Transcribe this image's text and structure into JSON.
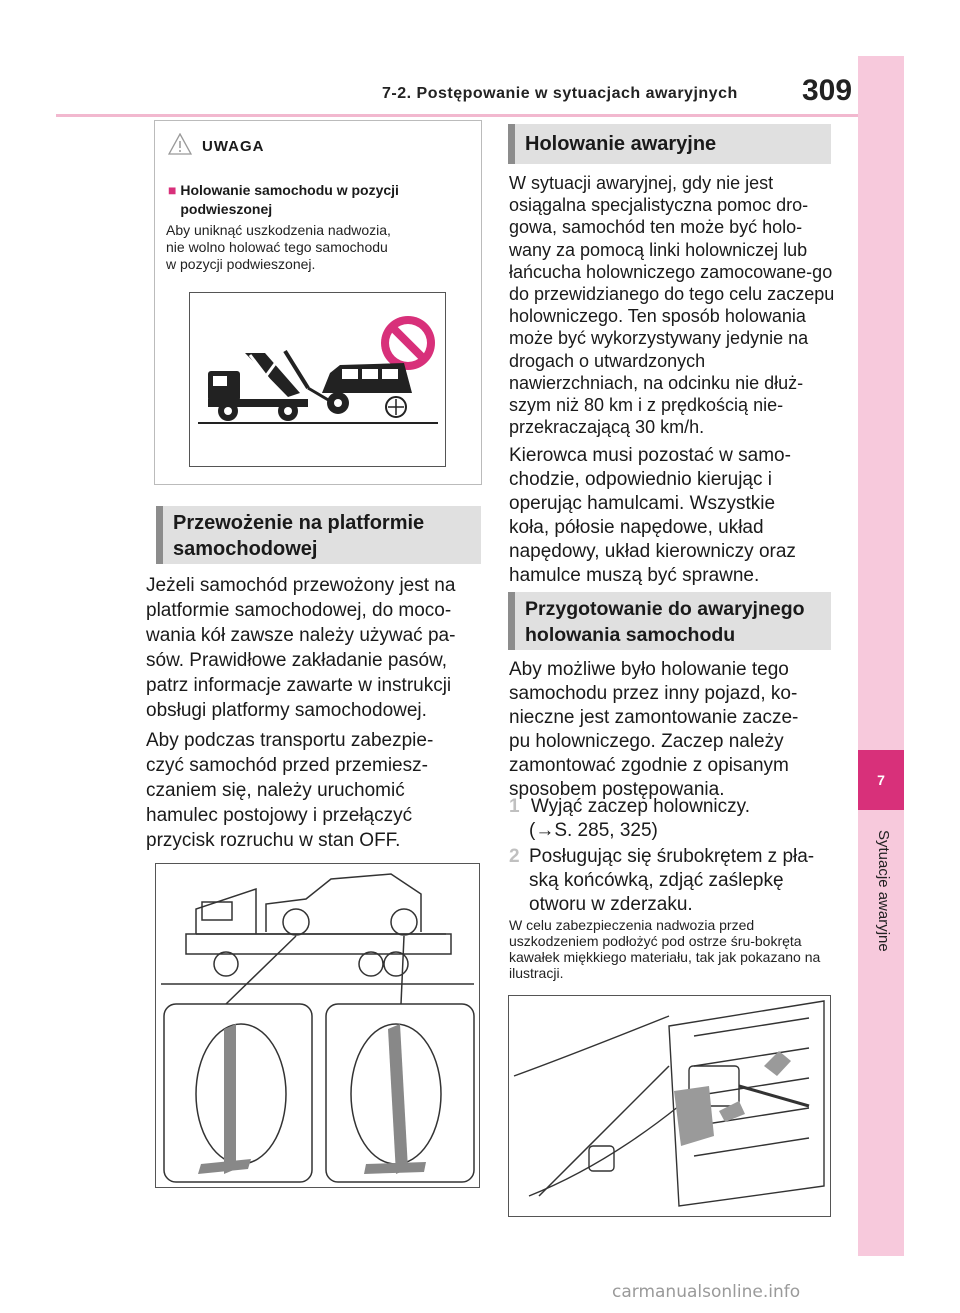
{
  "header": {
    "section_title": "7-2. Postępowanie w sytuacjach awaryjnych",
    "page_number": "309"
  },
  "side_tab": {
    "chapter_number": "7",
    "chapter_label": "Sytuacje awaryjne"
  },
  "colors": {
    "accent": "#d8307a",
    "tab_background": "#f7c9dc",
    "header_rule": "#f2b8cf",
    "section_band": "#e0e0e0"
  },
  "warning": {
    "title": "UWAGA",
    "bullet": "■",
    "subtitle": "Holowanie samochodu w pozycji podwieszonej",
    "text": "Aby uniknąć uszkodzenia nadwozia,\nnie wolno holować tego samochodu\nw pozycji podwieszonej."
  },
  "platform": {
    "heading": "Przewożenie na platformie samochodowej",
    "p1": "Jeżeli samochód przewożony jest na platformie samochodowej, do moco-wania kół zawsze należy używać pa-sów. Prawidłowe zakładanie pasów, patrz informacje zawarte w instrukcji obsługi platformy samochodowej.",
    "p2": "Aby podczas transportu zabezpie-czyć samochód przed przemiesz-czaniem się, należy uruchomić hamulec postojowy i przełączyć przycisk rozruchu w stan OFF."
  },
  "emergency": {
    "heading": "Holowanie awaryjne",
    "p1": "W sytuacji awaryjnej, gdy nie jest osiągalna specjalistyczna pomoc dro-gowa, samochód ten może być holo-wany za pomocą linki holowniczej lub łańcucha holowniczego zamocowane-go do przewidzianego do tego celu zaczepu holowniczego. Ten sposób holowania może być wykorzystywany jedynie na drogach o utwardzonych nawierzchniach, na odcinku nie dłuż-szym niż 80 km i z prędkością nie-przekraczającą 30 km/h.",
    "p2": "Kierowca musi pozostać w samo-chodzie, odpowiednio kierując i operując hamulcami. Wszystkie koła, półosie napędowe, układ napędowy, układ kierowniczy oraz hamulce muszą być sprawne."
  },
  "preparation": {
    "heading": "Przygotowanie do awaryjnego holowania samochodu",
    "p1": "Aby możliwe było holowanie tego samochodu przez inny pojazd, ko-nieczne jest zamontowanie zacze-pu holowniczego. Zaczep należy zamontować zgodnie z opisanym sposobem postępowania.",
    "steps": [
      {
        "num": "1",
        "text": "Wyjąć zaczep holowniczy.",
        "ref": "(→S. 285, 325)"
      },
      {
        "num": "2",
        "text": "Posługując się śrubokrętem z pła-ską końcówką, zdjąć zaślepkę otworu w zderzaku."
      }
    ],
    "note": "W celu zabezpieczenia nadwozia przed uszkodzeniem podłożyć pod ostrze śru-bokręta kawałek miękkiego materiału, tak jak pokazano na ilustracji."
  },
  "watermark": "carmanualsonline.info"
}
